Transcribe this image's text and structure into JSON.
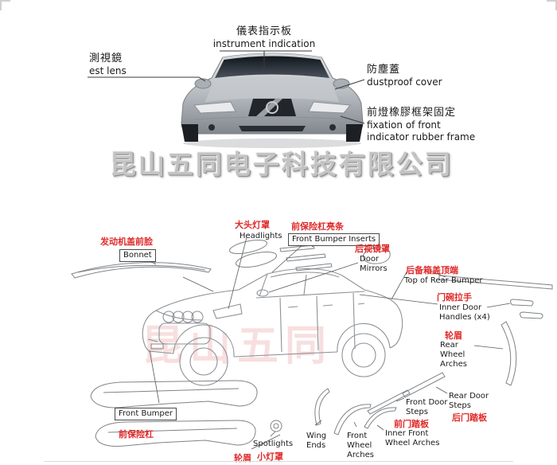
{
  "watermarks": {
    "company_gray": "昆山五同电子科技有限公司",
    "company_red": "昆山五同"
  },
  "front_view": {
    "labels": {
      "instrument": {
        "zh": "儀表指示板",
        "en": "instrument indication"
      },
      "side_mirror": {
        "zh": "測視鏡",
        "en": "est lens"
      },
      "dustproof": {
        "zh": "防塵蓋",
        "en": "dustproof cover"
      },
      "rubber_frame": {
        "zh": "前燈橡膠框架固定",
        "en": "fixation of front indicator rubber frame"
      }
    }
  },
  "parts_view": {
    "labels": {
      "bonnet": {
        "zh": "发动机盖前脸",
        "en": "Bonnet"
      },
      "headlights": {
        "zh": "大头灯罩",
        "en": "Headlights"
      },
      "front_bumper_inserts": {
        "zh": "前保险杠亮条",
        "en": "Front Bumper Inserts"
      },
      "door_mirrors": {
        "zh": "后视镜罩",
        "en": "Door Mirrors"
      },
      "top_of_rear_bumper": {
        "zh": "后备箱盖顶端",
        "en": "Top of Rear Bumper"
      },
      "inner_door_handles": {
        "zh": "门碗拉手",
        "en": "Inner Door Handles (x4)"
      },
      "rear_wheel_arches": {
        "zh": "轮眉",
        "en": "Rear Wheel Arches"
      },
      "rear_door_steps": {
        "zh": "后门踏板",
        "en": "Rear Door Steps"
      },
      "front_door_steps": {
        "zh": "前门踏板",
        "en": "Front Door Steps"
      },
      "inner_front_wheel_arches": {
        "en": "Inner Front Wheel Arches"
      },
      "front_wheel_arches": {
        "en": "Front Wheel Arches"
      },
      "wing_ends": {
        "en": "Wing Ends"
      },
      "spotlights": {
        "zh": "小灯罩",
        "en": "Spotlights"
      },
      "front_bumper": {
        "zh": "前保险杠",
        "en": "Front Bumper"
      },
      "front_wheel_arch_bottom": {
        "zh": "轮眉"
      }
    }
  }
}
